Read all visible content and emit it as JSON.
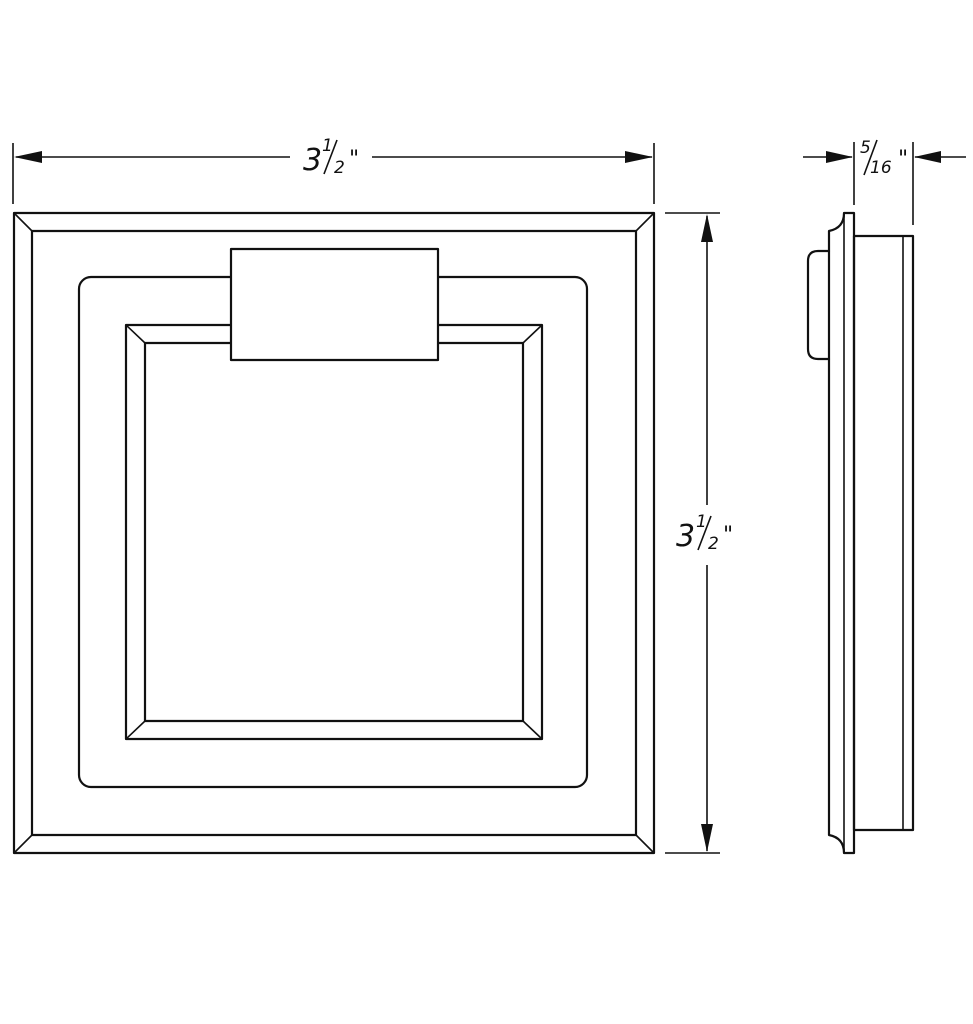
{
  "dimensions": {
    "width": {
      "whole": "3",
      "num": "1",
      "den": "2",
      "unit": "\""
    },
    "height": {
      "whole": "3",
      "num": "1",
      "den": "2",
      "unit": "\""
    },
    "depth": {
      "num": "5",
      "den": "16",
      "unit": "\""
    }
  },
  "colors": {
    "line": "#111111",
    "background": "#ffffff"
  }
}
